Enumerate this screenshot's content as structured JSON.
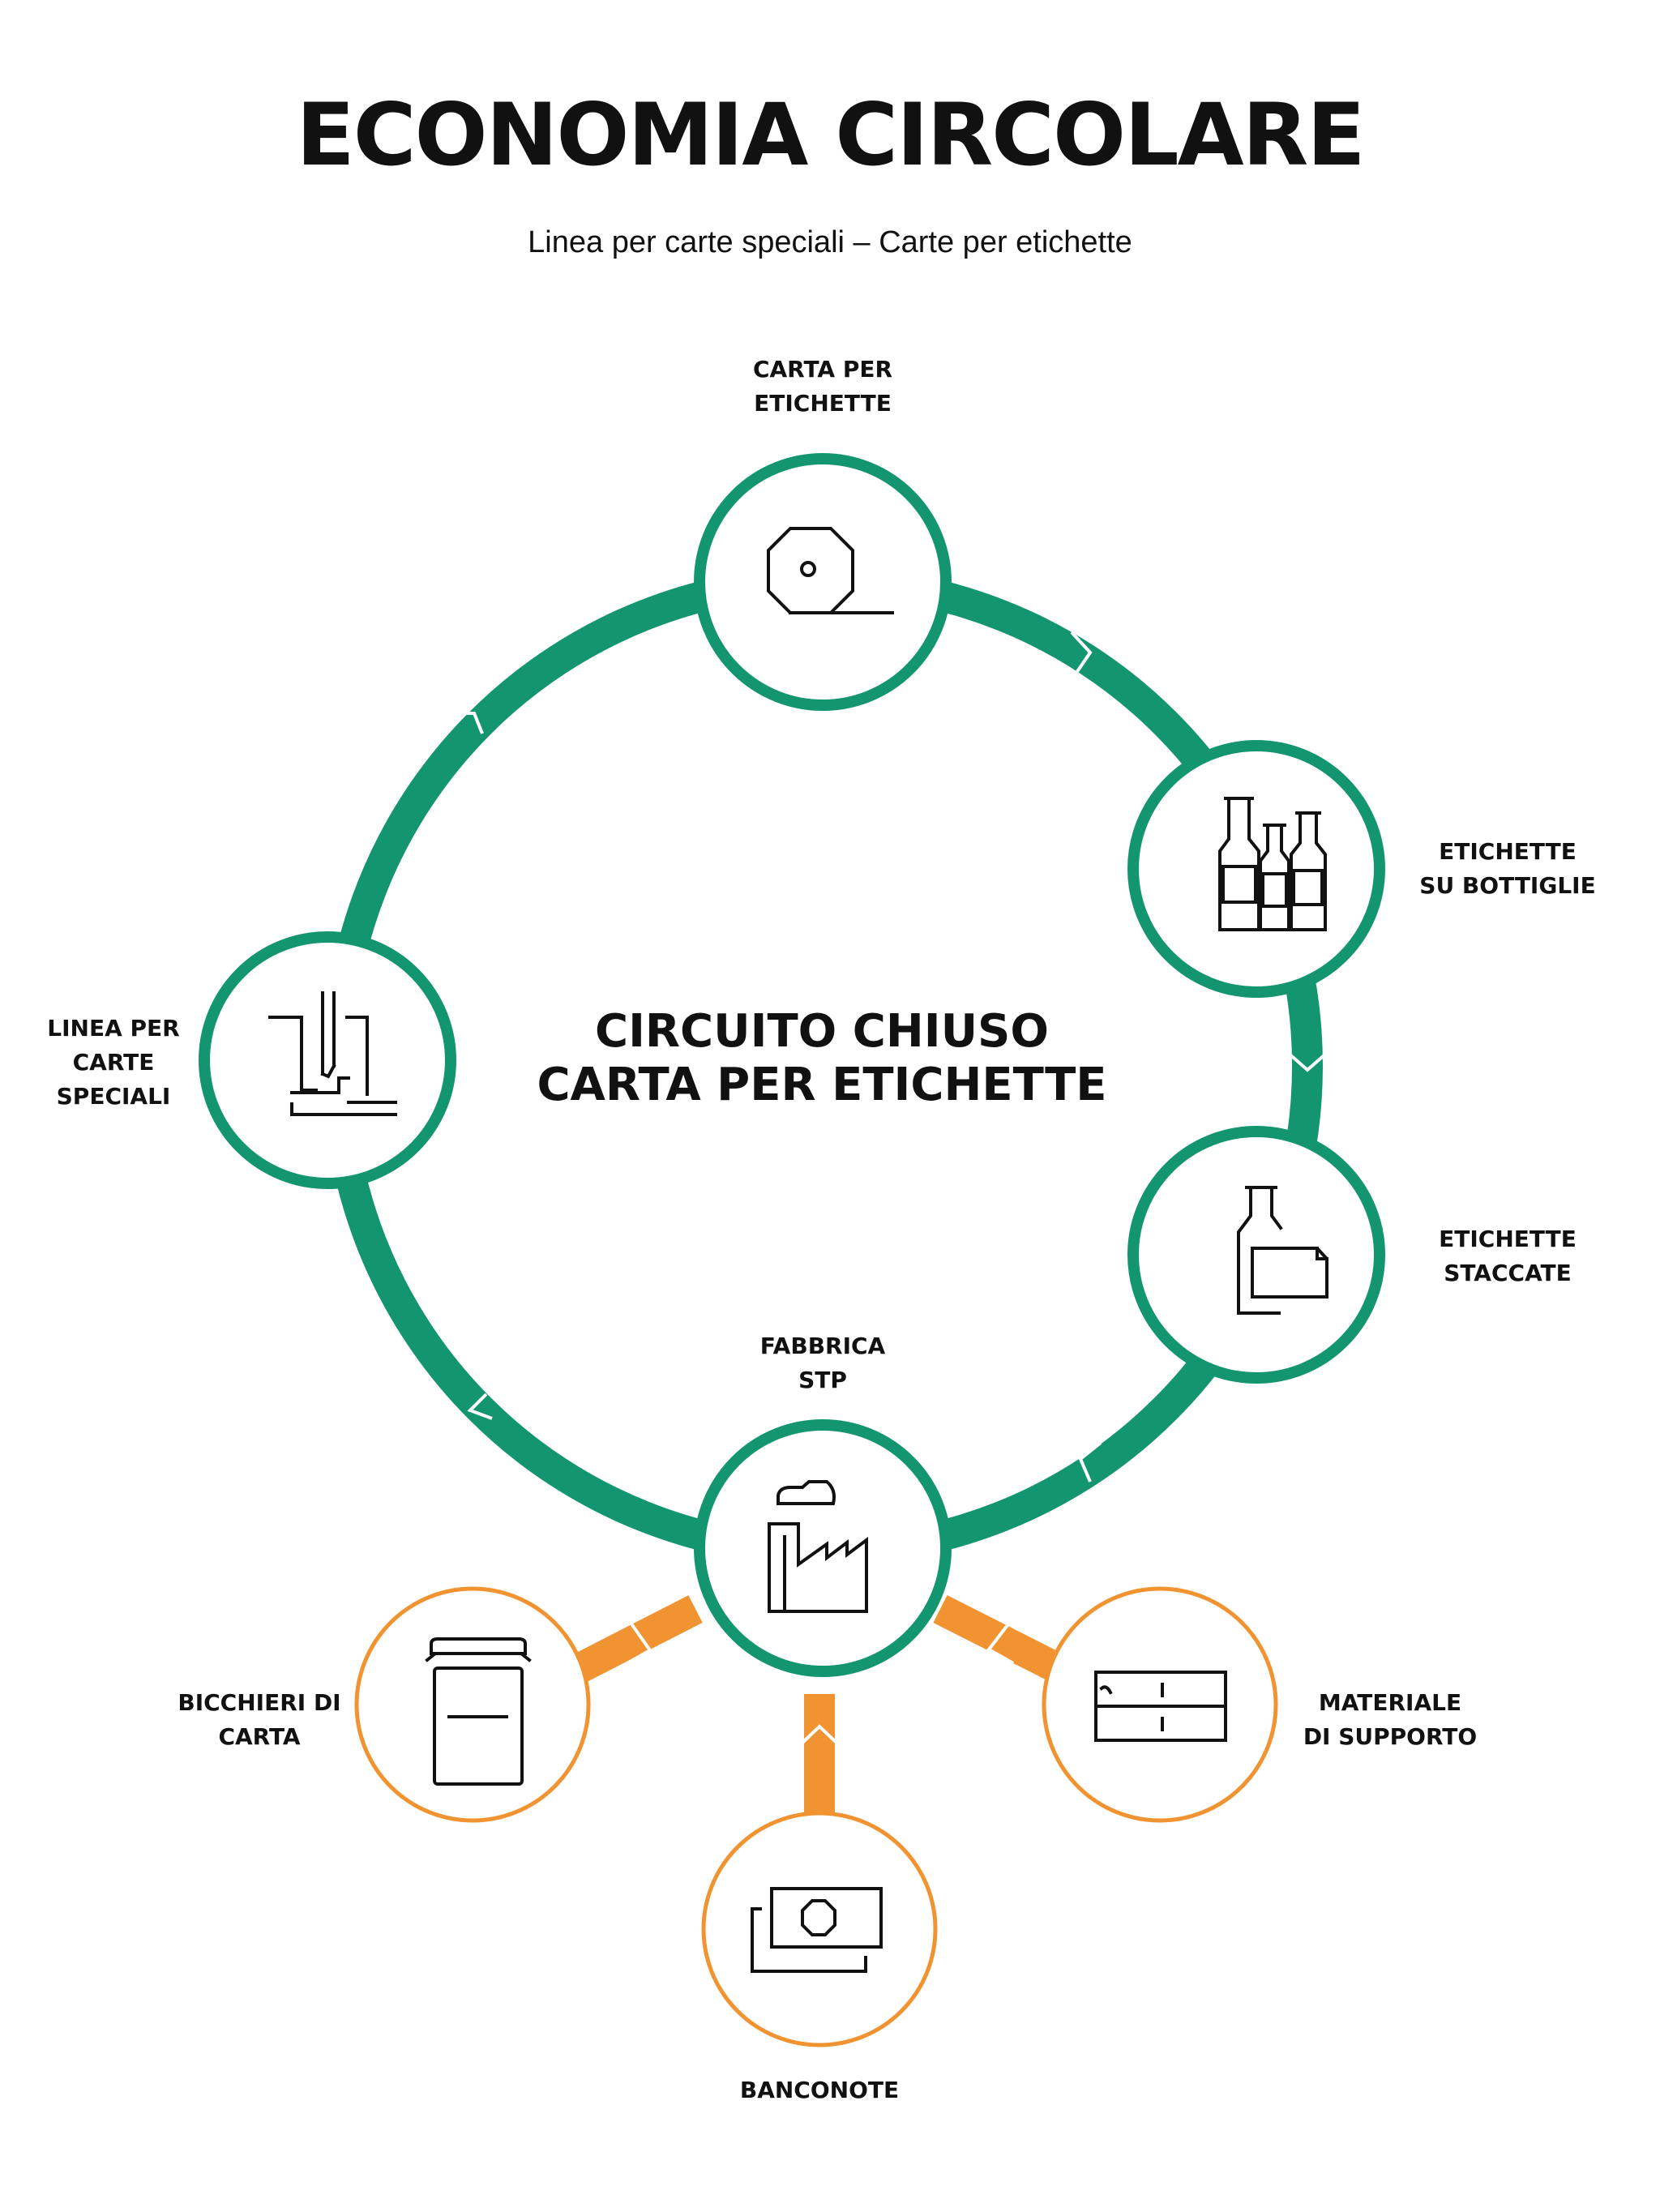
{
  "title": "ECONOMIA CIRCOLARE",
  "subtitle": "Linea per carte speciali – Carte per etichette",
  "center": {
    "line1": "CIRCUITO CHIUSO",
    "line2": "CARTA PER ETICHETTE"
  },
  "nodes": {
    "carta_per_etichette": {
      "line1": "CARTA PER",
      "line2": "ETICHETTE",
      "icon": "paper-roll-icon"
    },
    "etichette_su_bottiglie": {
      "line1": "ETICHETTE",
      "line2": "SU BOTTIGLIE",
      "icon": "bottles-icon"
    },
    "etichette_staccate": {
      "line1": "ETICHETTE",
      "line2": "STACCATE",
      "icon": "peeled-label-icon"
    },
    "fabbrica_stp": {
      "line1": "FABBRICA",
      "line2": "STP",
      "icon": "factory-icon"
    },
    "linea_per_carte_speciali": {
      "line1": "LINEA PER",
      "line2": "CARTE",
      "line3": "SPECIALI",
      "icon": "paper-machine-icon"
    },
    "bicchieri_di_carta": {
      "line1": "BICCHIERI DI",
      "line2": "CARTA",
      "icon": "paper-cup-icon"
    },
    "banconote": {
      "line1": "BANCONOTE",
      "icon": "banknotes-icon"
    },
    "materiale_di_supporto": {
      "line1": "MATERIALE",
      "line2": "DI SUPPORTO",
      "icon": "support-material-icon"
    }
  },
  "colors": {
    "cycle_green": "#139670",
    "output_orange": "#F29331",
    "icon_stroke": "#111111",
    "background": "#FFFFFF"
  }
}
